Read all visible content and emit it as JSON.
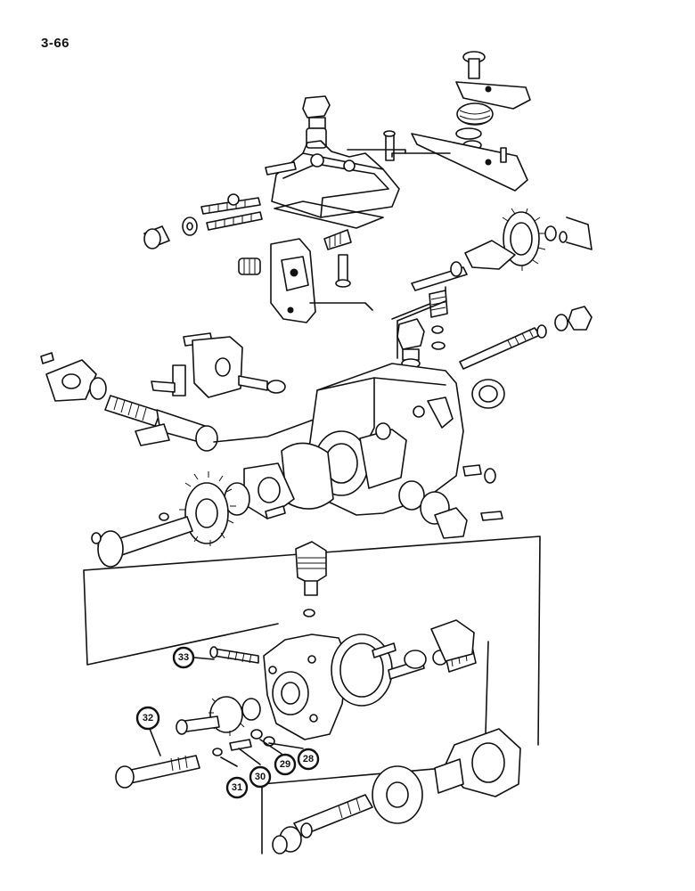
{
  "page": {
    "number": "3-66"
  },
  "callouts": [
    {
      "id": "33",
      "label": "33"
    },
    {
      "id": "32",
      "label": "32"
    },
    {
      "id": "28",
      "label": "28"
    },
    {
      "id": "29",
      "label": "29"
    },
    {
      "id": "30",
      "label": "30"
    },
    {
      "id": "31",
      "label": "31"
    }
  ]
}
